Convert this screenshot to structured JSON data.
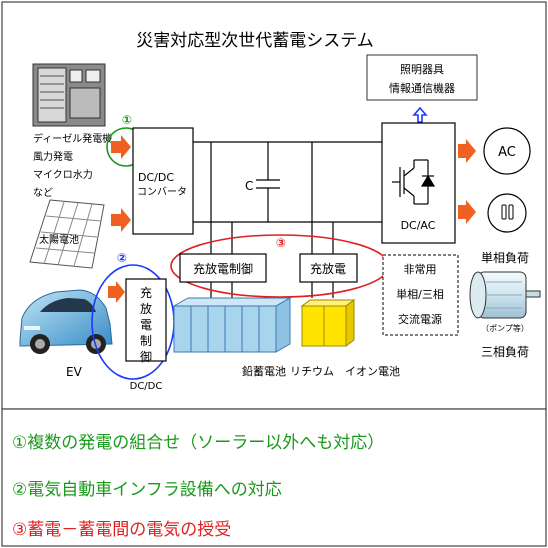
{
  "title": "災害対応型次世代蓄電システム",
  "labels": {
    "lighting_line1": "照明器具",
    "lighting_line2": "情報通信機器",
    "generators": [
      "ディーゼル発電機",
      "風力発電",
      "マイクロ水力",
      "など"
    ],
    "solar": "太陽電池",
    "dcdc_converter": [
      "DC/DC",
      "コンバータ"
    ],
    "capacitor": "C",
    "dcac": "DC/AC",
    "ac": "AC",
    "charge_controller": "充放電制御",
    "charge": "充放電",
    "emergency": [
      "非常用",
      "単相/三相",
      "交流電源"
    ],
    "single_phase_load": "単相負荷",
    "pump": "（ポンプ等）",
    "three_phase_load": "三相負荷",
    "ev_control": [
      "充",
      "放",
      "電",
      "制",
      "御"
    ],
    "ev": "EV",
    "ev_dcdc": "DC/DC",
    "lead_battery": "鉛蓄電池",
    "lithium_battery": "リチウム　イオン電池",
    "marker1": "①",
    "marker2": "②",
    "marker3": "③"
  },
  "bottom_lines": [
    "①複数の発電の組合せ（ソーラー以外へも対応）",
    "②電気自動車インフラ設備への対応",
    "③蓄電－蓄電間の電気の授受"
  ],
  "colors": {
    "green": "#1a9a1a",
    "red": "#e02020",
    "blue": "#1a3aff",
    "orange": "#f06020",
    "lead_fill": "#a9d4ee",
    "lithium_fill": "#ffe400"
  }
}
